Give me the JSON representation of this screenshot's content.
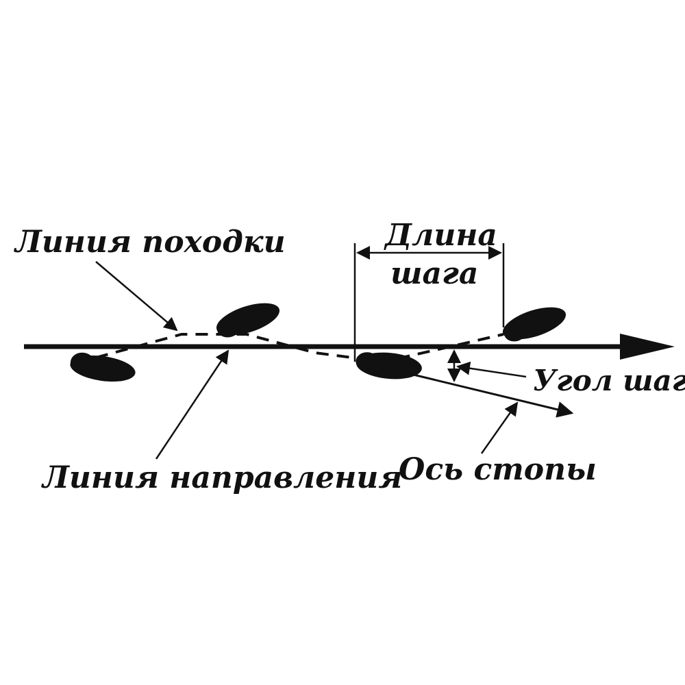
{
  "labels": {
    "gait_line": "Линия походки",
    "step_length_line1": "Длина",
    "step_length_line2": "шага",
    "step_angle": "Угол шага",
    "direction_line": "Линия направления",
    "foot_axis": "Ось стопы"
  },
  "colors": {
    "ink": "#111111",
    "background": "#ffffff"
  }
}
